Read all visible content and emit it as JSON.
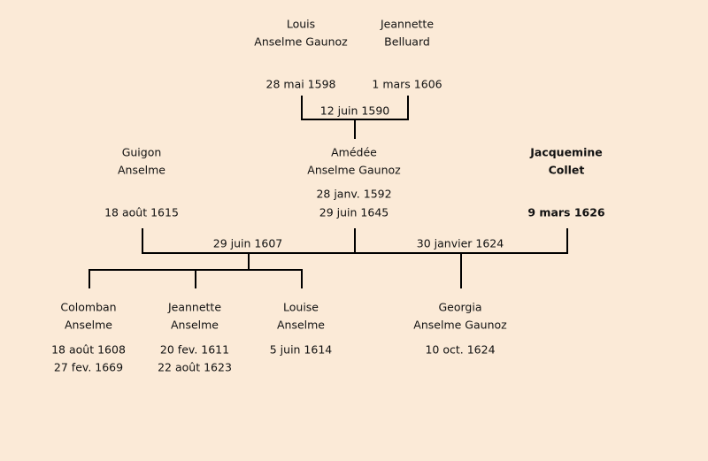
{
  "persons": {
    "louis": {
      "first": "Louis",
      "last": "Anselme Gaunoz",
      "date1": "28 mai 1598"
    },
    "jeannette_b": {
      "first": "Jeannette",
      "last": "Belluard",
      "date1": "1 mars 1606"
    },
    "guigon": {
      "first": "Guigon",
      "last": "Anselme",
      "date1": "18 août 1615"
    },
    "amedee": {
      "first": "Amédée",
      "last": "Anselme Gaunoz",
      "date1": "28 janv. 1592",
      "date2": "29 juin 1645"
    },
    "jacquemine": {
      "first": "Jacquemine",
      "last": "Collet",
      "date1": "9 mars 1626"
    },
    "colomban": {
      "first": "Colomban",
      "last": "Anselme",
      "date1": "18 août 1608",
      "date2": "27 fev. 1669"
    },
    "jeannette_a": {
      "first": "Jeannette",
      "last": "Anselme",
      "date1": "20 fev. 1611",
      "date2": "22 août 1623"
    },
    "louise": {
      "first": "Louise",
      "last": "Anselme",
      "date1": "5 juin 1614"
    },
    "georgia": {
      "first": "Georgia",
      "last": "Anselme Gaunoz",
      "date1": "10 oct. 1624"
    }
  },
  "unions": {
    "louis_jeannette": "12 juin 1590",
    "guigon_amedee": "29 juin 1607",
    "amedee_jacquemine": "30 janvier 1624"
  },
  "colors": {
    "background": "#fbead7",
    "line": "#000000"
  }
}
